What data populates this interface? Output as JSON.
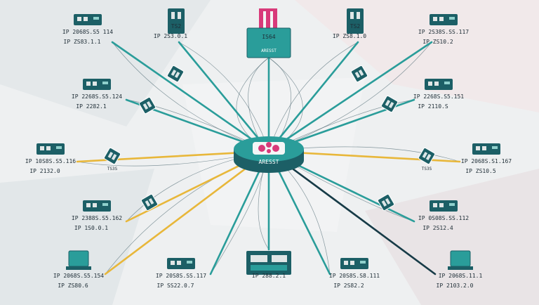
{
  "colors": {
    "background": "#eef0f1",
    "teal": "#2a9d9a",
    "dark_teal": "#1c5f66",
    "navy": "#173b47",
    "yellow": "#e8b73a",
    "pink": "#d83a7a",
    "text": "#1e2d36"
  },
  "hub": {
    "label": "ARESST"
  },
  "top_server": {
    "label": "IS64",
    "panel_text": "ARESST"
  },
  "nodes": [
    {
      "id": "n1",
      "ip": "IP 2068S.S5 114",
      "sub": "IP ZS83.1.1",
      "icon": "router-icon"
    },
    {
      "id": "n2",
      "ip": "TS2",
      "sub": "IP 2S3.0.1",
      "icon": "server-tower-icon"
    },
    {
      "id": "n3",
      "ip": "TS2",
      "sub": "IP ZS8.1.0",
      "icon": "server-tower-icon"
    },
    {
      "id": "n4",
      "ip": "IP 2S38S.SS.117",
      "sub": "IP ZS10.2",
      "icon": "router-icon"
    },
    {
      "id": "n5",
      "ip": "IP 2268S.S5.124",
      "sub": "IP 2282.1",
      "icon": "router-icon"
    },
    {
      "id": "n6",
      "ip": "IP 2268S.S5.151",
      "sub": "IP 2110.S",
      "icon": "router-icon"
    },
    {
      "id": "n7",
      "ip": "IP 10S8S.S5.116",
      "sub": "IP 2132.0",
      "icon": "router-icon"
    },
    {
      "id": "n8",
      "ip": "IP 2068S.S1.167",
      "sub": "IP ZS10.5",
      "icon": "router-icon"
    },
    {
      "id": "n9",
      "ip": "IP 2388S.S5.162",
      "sub": "IP 1S0.0.1",
      "icon": "router-icon"
    },
    {
      "id": "n10",
      "ip": "IP 0S08S.SS.112",
      "sub": "IP 2S12.4",
      "icon": "router-icon"
    },
    {
      "id": "n11",
      "ip": "IP 2068S.S5.154",
      "sub": "IP ZS80.6",
      "icon": "monitor-icon"
    },
    {
      "id": "n12",
      "ip": "IP 20S8S.SS.117",
      "sub": "IP SS22.0.7",
      "icon": "router-icon"
    },
    {
      "id": "n13",
      "ip": "IP 288.2.1",
      "sub": "",
      "icon": "rack-server-icon"
    },
    {
      "id": "n14",
      "ip": "IP 20S8S.S8.111",
      "sub": "IP 2S82.2",
      "icon": "router-icon"
    },
    {
      "id": "n15",
      "ip": "IP 2068S.11.1",
      "sub": "IP 2103.2.0",
      "icon": "monitor-icon"
    }
  ],
  "switches": [
    {
      "id": "s1",
      "label": ""
    },
    {
      "id": "s2",
      "label": ""
    },
    {
      "id": "s3",
      "label": "TS3S"
    },
    {
      "id": "s4",
      "label": ""
    },
    {
      "id": "s5",
      "label": ""
    },
    {
      "id": "s6",
      "label": ""
    },
    {
      "id": "s7",
      "label": "TS3S"
    },
    {
      "id": "s8",
      "label": ""
    }
  ]
}
